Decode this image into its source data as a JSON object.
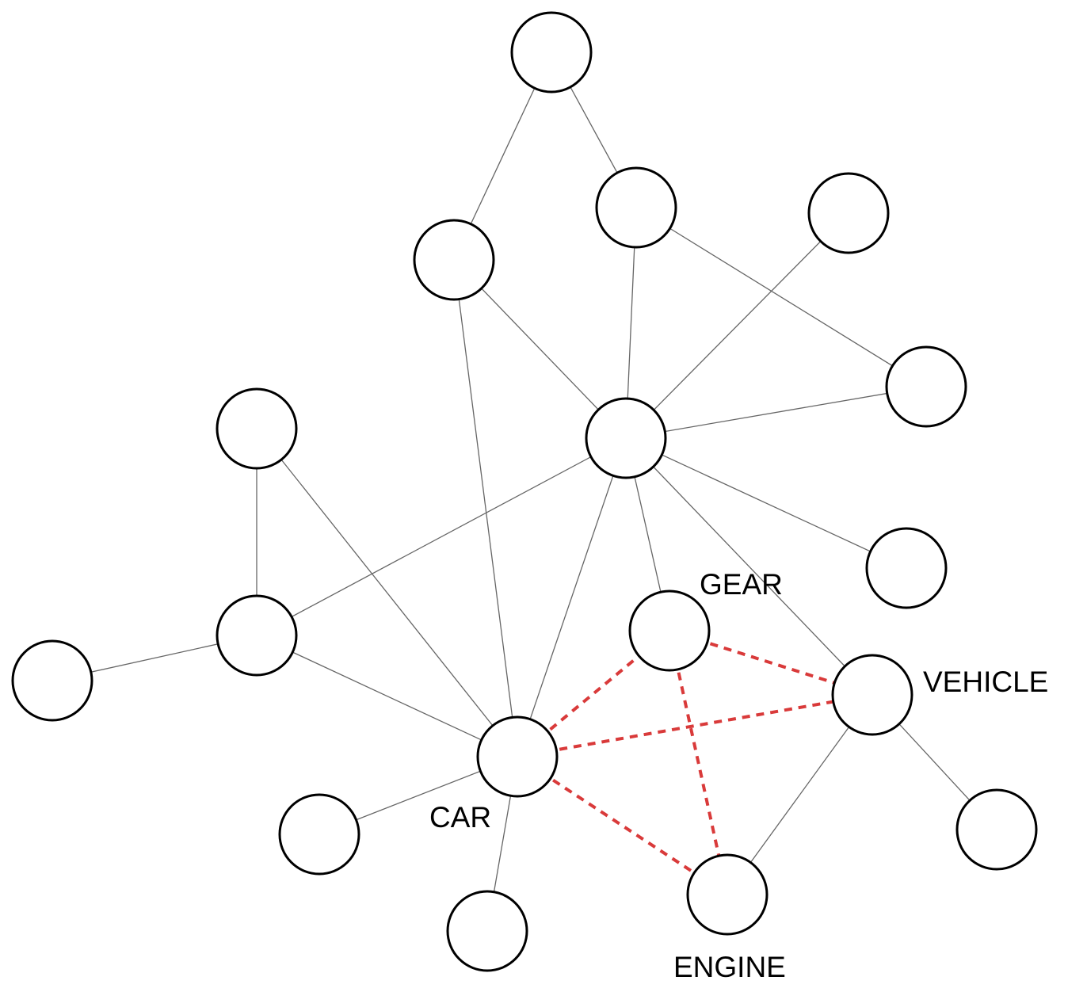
{
  "diagram": {
    "nodes": [
      {
        "id": "n-top",
        "label": ""
      },
      {
        "id": "n-upper-mid",
        "label": ""
      },
      {
        "id": "n-upper-left",
        "label": ""
      },
      {
        "id": "n-upper-right",
        "label": ""
      },
      {
        "id": "n-right",
        "label": ""
      },
      {
        "id": "n-hub",
        "label": ""
      },
      {
        "id": "n-left-top",
        "label": ""
      },
      {
        "id": "n-left-hub",
        "label": ""
      },
      {
        "id": "n-far-left",
        "label": ""
      },
      {
        "id": "n-right-low",
        "label": ""
      },
      {
        "id": "gear",
        "label": "GEAR"
      },
      {
        "id": "vehicle",
        "label": "VEHICLE"
      },
      {
        "id": "car",
        "label": "CAR"
      },
      {
        "id": "engine",
        "label": "ENGINE"
      },
      {
        "id": "n-bottom-left",
        "label": ""
      },
      {
        "id": "n-bottom",
        "label": ""
      },
      {
        "id": "n-bottom-right",
        "label": ""
      }
    ],
    "edges": [
      {
        "from": "n-top",
        "to": "n-upper-left",
        "style": "plain"
      },
      {
        "from": "n-top",
        "to": "n-upper-mid",
        "style": "plain"
      },
      {
        "from": "n-upper-mid",
        "to": "n-hub",
        "style": "plain"
      },
      {
        "from": "n-upper-mid",
        "to": "n-right",
        "style": "plain"
      },
      {
        "from": "n-upper-left",
        "to": "n-hub",
        "style": "plain"
      },
      {
        "from": "n-upper-left",
        "to": "car",
        "style": "plain"
      },
      {
        "from": "n-upper-right",
        "to": "n-hub",
        "style": "plain"
      },
      {
        "from": "n-right",
        "to": "n-hub",
        "style": "plain"
      },
      {
        "from": "n-hub",
        "to": "n-right-low",
        "style": "plain"
      },
      {
        "from": "n-hub",
        "to": "gear",
        "style": "plain"
      },
      {
        "from": "n-hub",
        "to": "vehicle",
        "style": "plain"
      },
      {
        "from": "n-hub",
        "to": "car",
        "style": "plain"
      },
      {
        "from": "n-hub",
        "to": "n-left-hub",
        "style": "plain"
      },
      {
        "from": "n-left-top",
        "to": "n-left-hub",
        "style": "plain"
      },
      {
        "from": "n-left-top",
        "to": "car",
        "style": "plain"
      },
      {
        "from": "n-left-hub",
        "to": "n-far-left",
        "style": "plain"
      },
      {
        "from": "n-left-hub",
        "to": "car",
        "style": "plain"
      },
      {
        "from": "car",
        "to": "n-bottom-left",
        "style": "plain"
      },
      {
        "from": "car",
        "to": "n-bottom",
        "style": "plain"
      },
      {
        "from": "vehicle",
        "to": "engine",
        "style": "plain"
      },
      {
        "from": "vehicle",
        "to": "n-bottom-right",
        "style": "plain"
      },
      {
        "from": "car",
        "to": "gear",
        "style": "highlight"
      },
      {
        "from": "car",
        "to": "vehicle",
        "style": "highlight"
      },
      {
        "from": "car",
        "to": "engine",
        "style": "highlight"
      },
      {
        "from": "gear",
        "to": "vehicle",
        "style": "highlight"
      },
      {
        "from": "gear",
        "to": "engine",
        "style": "highlight"
      }
    ]
  },
  "colors": {
    "background": "#ffffff",
    "node_stroke": "#000000",
    "plain_edge": "#666666",
    "highlight_edge": "#d93a3a"
  }
}
